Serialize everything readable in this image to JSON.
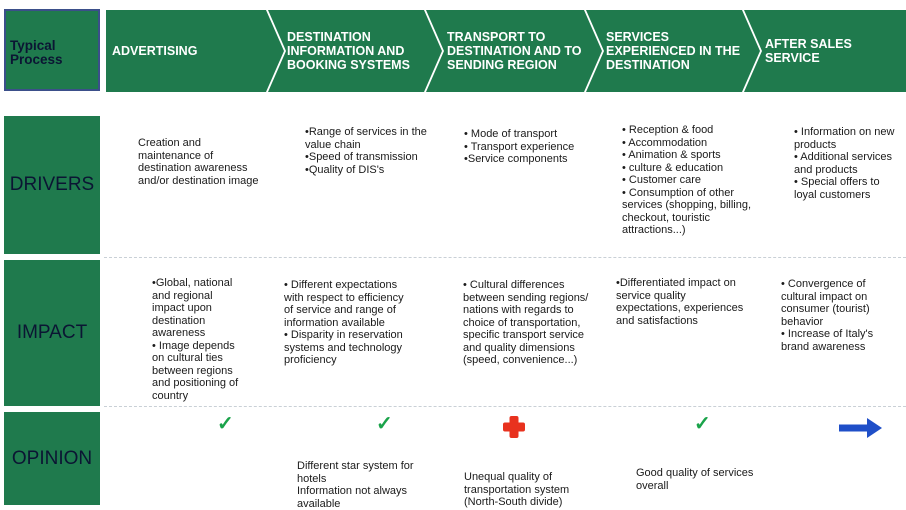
{
  "process_label": "Typical Process",
  "stages": [
    "ADVERTISING",
    "DESTINATION INFORMATION AND BOOKING SYSTEMS",
    "TRANSPORT TO DESTINATION AND TO SENDING REGION",
    "SERVICES EXPERIENCED IN THE DESTINATION",
    "AFTER SALES SERVICE"
  ],
  "rows": {
    "drivers": {
      "label": "DRIVERS",
      "cells": [
        [
          "Creation and",
          "maintenance of",
          "destination awareness",
          "and/or destination image"
        ],
        [
          "•Range of services in the",
          "value chain",
          "•Speed of transmission",
          "•Quality of DIS's"
        ],
        [
          "• Mode of transport",
          "• Transport experience",
          "•Service components"
        ],
        [
          "• Reception & food",
          "• Accommodation",
          "• Animation & sports",
          "• culture & education",
          "• Customer care",
          "• Consumption of other",
          "services (shopping, billing,",
          "checkout, touristic",
          "attractions...)"
        ],
        [
          "• Information on new",
          "products",
          "• Additional services",
          "and products",
          "• Special offers to",
          "loyal customers"
        ]
      ]
    },
    "impact": {
      "label": "IMPACT",
      "cells": [
        [
          "•Global, national",
          "and regional",
          "impact upon",
          "destination",
          "awareness",
          "• Image depends",
          "on cultural ties",
          "between regions",
          "and positioning of",
          "country"
        ],
        [
          "• Different expectations",
          "with respect to efficiency",
          "of service and range of",
          "information available",
          "• Disparity in reservation",
          "systems and technology",
          "proficiency"
        ],
        [
          "• Cultural differences",
          "between sending regions/",
          "nations with regards to",
          "choice of transportation,",
          "specific transport service",
          "and quality  dimensions",
          "(speed, convenience...)"
        ],
        [
          "•Differentiated impact on",
          "service quality",
          "expectations, experiences",
          "and satisfactions"
        ],
        [
          "• Convergence of",
          "cultural impact on",
          "consumer (tourist)",
          "behavior",
          "• Increase of Italy's",
          "brand awareness"
        ]
      ]
    },
    "opinion": {
      "label": "OPINION",
      "icons": [
        "check-icon",
        "check-icon",
        "red-cross-icon",
        "check-icon",
        "blue-arrow-icon"
      ],
      "check_glyph": "✓",
      "cells": [
        [],
        [
          "Different star system for",
          "hotels",
          "Information not always",
          "available"
        ],
        [
          "Unequal quality of",
          "transportation system",
          "(North-South divide)"
        ],
        [
          "Good quality of services",
          "overall"
        ],
        []
      ]
    }
  },
  "colors": {
    "header_green": "#1f7a4d",
    "check_green": "#1aa34a",
    "cross_red": "#e8321e",
    "arrow_blue": "#1f4fc8"
  }
}
